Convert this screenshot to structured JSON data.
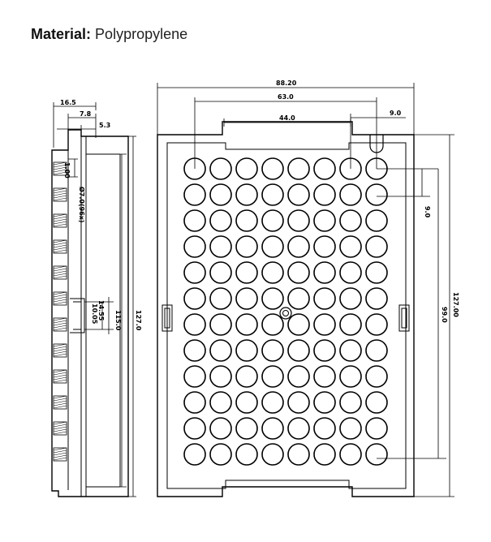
{
  "header": {
    "label": "Material:",
    "value": "Polypropylene"
  },
  "plate": {
    "rows": 12,
    "cols": 8
  },
  "dimensions": {
    "overall_width": "88.20",
    "hole_span": "63.0",
    "top_slot": "44.0",
    "edge_offset": "9.0",
    "pitch": "9.0",
    "hole_span_vertical": "99.0",
    "overall_length": "127.00",
    "side_width": "16.5",
    "side_step_a": "7.8",
    "side_step_b": "5.3",
    "side_top": "1.00",
    "hole_diameter": "Ø7.0(96x)",
    "side_length": "127.0",
    "side_inner_length": "115.0",
    "clip_a": "14.55",
    "clip_b": "10.05"
  }
}
